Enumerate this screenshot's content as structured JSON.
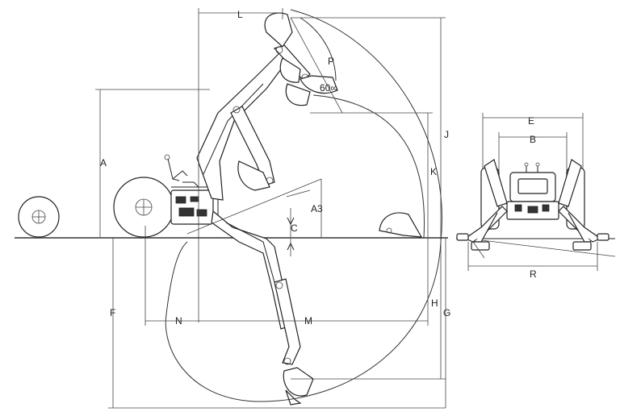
{
  "labels": {
    "A": "A",
    "A3": "A3",
    "C": "C",
    "F": "F",
    "G": "G",
    "H": "H",
    "J": "J",
    "K": "K",
    "L": "L",
    "M": "M",
    "N": "N",
    "P": "P",
    "angle": "60∞",
    "E": "E",
    "B": "B",
    "R": "R"
  }
}
